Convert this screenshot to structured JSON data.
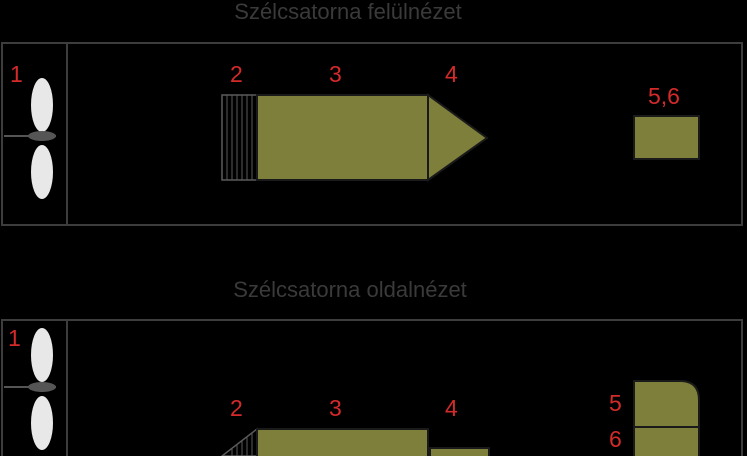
{
  "colors": {
    "background": "#000000",
    "frame": "#3d3d3d",
    "component_fill": "#7f7f3c",
    "component_stroke": "#1a1a1a",
    "title_text": "#3a3a3a",
    "label_text": "#d42a2a",
    "propeller_blade": "#e8e8e8",
    "propeller_hub": "#555555",
    "honeycomb_lines": "#5a5a5a"
  },
  "top_view": {
    "title": "Szélcsatorna felülnézet",
    "labels": {
      "fan": "1",
      "honeycomb": "2",
      "settling_chamber": "3",
      "nozzle": "4",
      "test_section": "5,6"
    }
  },
  "side_view": {
    "title": "Szélcsatorna oldalnézet",
    "labels": {
      "fan": "1",
      "honeycomb": "2",
      "settling_chamber": "3",
      "nozzle": "4",
      "test_section_upper": "5",
      "test_section_lower": "6"
    }
  }
}
